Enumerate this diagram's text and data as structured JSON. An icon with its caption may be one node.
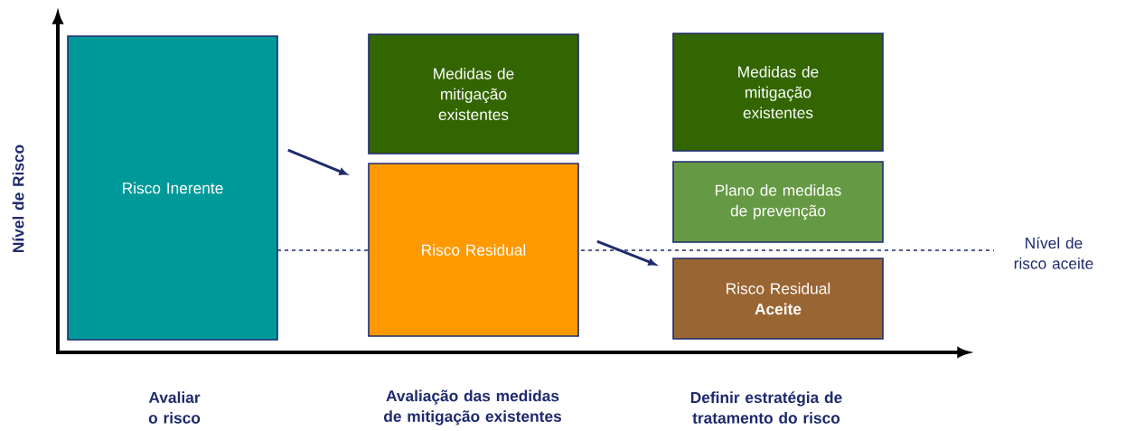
{
  "diagram": {
    "nodes": [
      {
        "text": [
          "Risco Inerente"
        ]
      },
      {
        "text": [
          "Medidas de mitigação existentes"
        ]
      },
      {
        "text": [
          "Risco Residual"
        ]
      },
      {
        "text": [
          "Medidas de mitigação existentes"
        ]
      },
      {
        "text": [
          "Plano de medidas de prevenção"
        ]
      },
      {
        "text": [
          "Risco Residual **Aceite**"
        ]
      }
    ],
    "edges": [
      {
        "from": 0,
        "to": 2,
        "arrow": "to"
      },
      {
        "from": 2,
        "to": 5,
        "arrow": "to"
      }
    ],
    "labels": [
      "Nível de Risco",
      "Nível de risco aceite",
      "Avaliar o risco",
      "Avaliação das medidas de mitigação existentes",
      "Definir estratégia de tratamento do risco"
    ]
  }
}
